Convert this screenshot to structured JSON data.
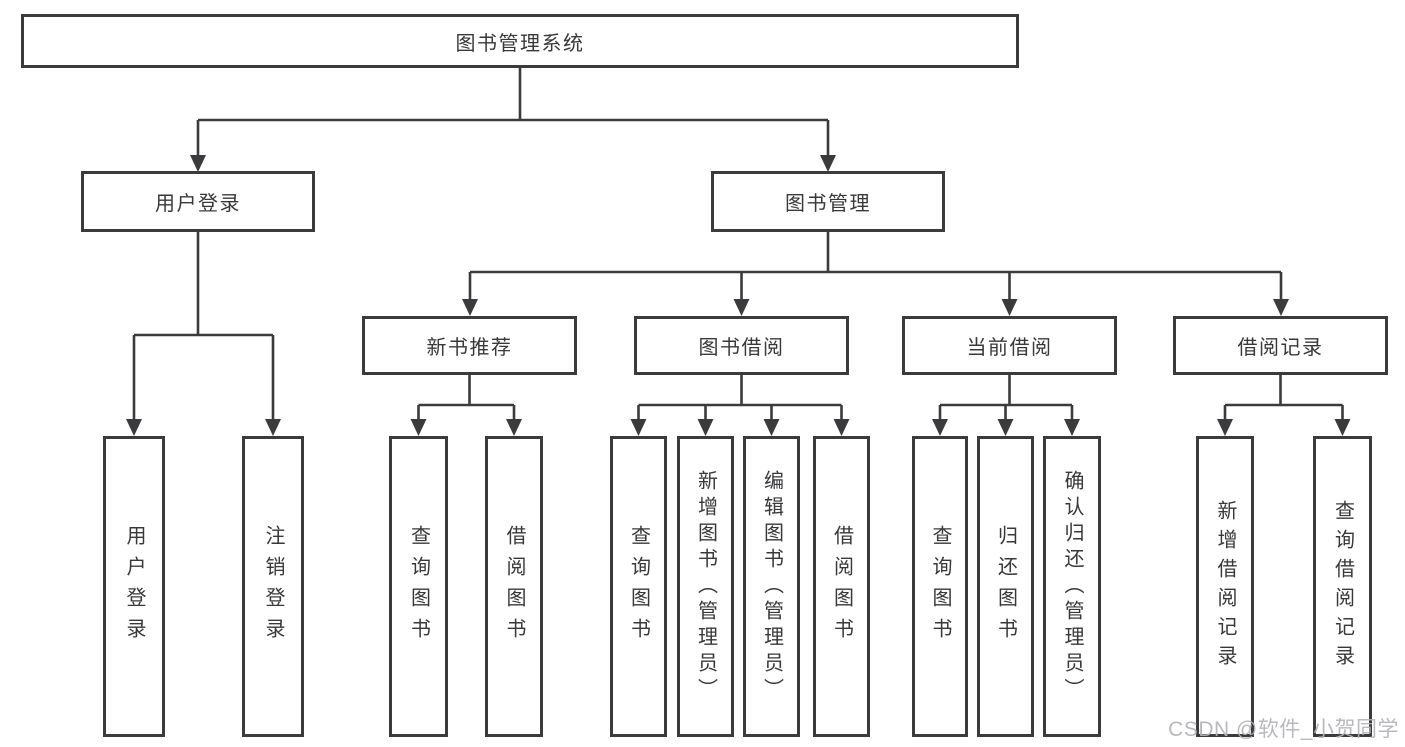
{
  "diagram": {
    "watermark": "CSDN @软件_小贺同学",
    "colors": {
      "border": "#3b3b3d",
      "line": "#3b3b3d",
      "text": "#38383a",
      "watermark": "#b2b2b7",
      "background": "#ffffff"
    },
    "nodes": {
      "root": {
        "label": "图书管理系统"
      },
      "user_login": {
        "label": "用户登录"
      },
      "book_mgmt": {
        "label": "图书管理"
      },
      "new_book_rec": {
        "label": "新书推荐"
      },
      "book_borrow": {
        "label": "图书借阅"
      },
      "current_borrow": {
        "label": "当前借阅"
      },
      "borrow_record": {
        "label": "借阅记录"
      },
      "leaf_user_login": {
        "label": "用户登录"
      },
      "leaf_logout": {
        "label": "注销登录"
      },
      "leaf_query_book_1": {
        "label": "查询图书"
      },
      "leaf_borrow_book_1": {
        "label": "借阅图书"
      },
      "leaf_query_book_2": {
        "label": "查询图书"
      },
      "leaf_add_book": {
        "label": "新增图书（管理员）"
      },
      "leaf_edit_book": {
        "label": "编辑图书（管理员）"
      },
      "leaf_borrow_book_2": {
        "label": "借阅图书"
      },
      "leaf_query_book_3": {
        "label": "查询图书"
      },
      "leaf_return_book": {
        "label": "归还图书"
      },
      "leaf_confirm_return": {
        "label": "确认归还（管理员）"
      },
      "leaf_add_record": {
        "label": "新增借阅记录"
      },
      "leaf_query_record": {
        "label": "查询借阅记录"
      }
    },
    "edges": [
      [
        "root",
        "user_login"
      ],
      [
        "root",
        "book_mgmt"
      ],
      [
        "user_login",
        "leaf_user_login"
      ],
      [
        "user_login",
        "leaf_logout"
      ],
      [
        "book_mgmt",
        "new_book_rec"
      ],
      [
        "book_mgmt",
        "book_borrow"
      ],
      [
        "book_mgmt",
        "current_borrow"
      ],
      [
        "book_mgmt",
        "borrow_record"
      ],
      [
        "new_book_rec",
        "leaf_query_book_1"
      ],
      [
        "new_book_rec",
        "leaf_borrow_book_1"
      ],
      [
        "book_borrow",
        "leaf_query_book_2"
      ],
      [
        "book_borrow",
        "leaf_add_book"
      ],
      [
        "book_borrow",
        "leaf_edit_book"
      ],
      [
        "book_borrow",
        "leaf_borrow_book_2"
      ],
      [
        "current_borrow",
        "leaf_query_book_3"
      ],
      [
        "current_borrow",
        "leaf_return_book"
      ],
      [
        "current_borrow",
        "leaf_confirm_return"
      ],
      [
        "borrow_record",
        "leaf_add_record"
      ],
      [
        "borrow_record",
        "leaf_query_record"
      ]
    ]
  }
}
